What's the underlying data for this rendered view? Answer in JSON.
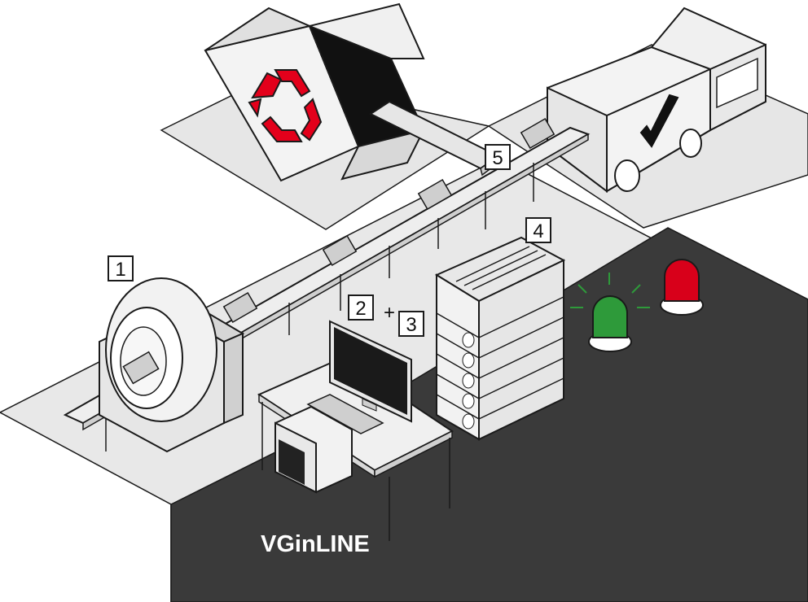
{
  "labels": {
    "step1": "1",
    "step2": "2",
    "plus": "+",
    "step3": "3",
    "step4": "4",
    "step5": "5"
  },
  "brand": "VGinLINE",
  "colors": {
    "floor_light": "#e6e6e6",
    "floor_dark": "#3a3a3a",
    "line": "#1a1a1a",
    "recycle_red": "#e3001b",
    "lamp_green": "#2e9a3a",
    "lamp_red": "#d8001a"
  },
  "icons": [
    "recycle-icon",
    "checkmark-icon",
    "green-signal-lamp",
    "red-signal-lamp"
  ]
}
